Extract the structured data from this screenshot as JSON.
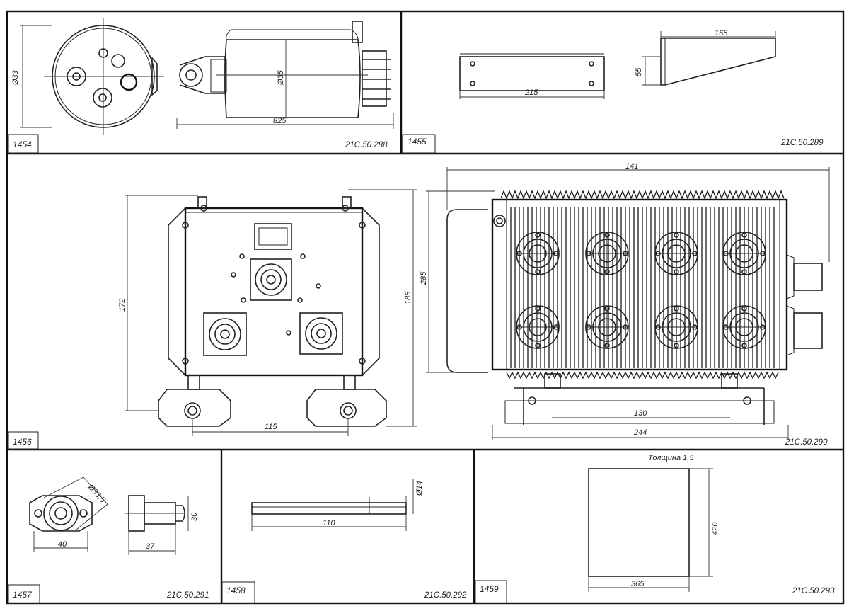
{
  "panels": [
    {
      "number": "1454",
      "code": "21С.50.288",
      "dims": [
        "Ø33",
        "Ø35",
        "825"
      ]
    },
    {
      "number": "1455",
      "code": "21С.50.289",
      "dims": [
        "215",
        "165",
        "55"
      ]
    },
    {
      "number": "1456",
      "code": "21С.50.290",
      "dims": [
        "172",
        "115",
        "186",
        "141",
        "285",
        "130",
        "244"
      ]
    },
    {
      "number": "1457",
      "code": "21С.50.291",
      "dims": [
        "Ø33,5",
        "40",
        "37",
        "30"
      ]
    },
    {
      "number": "1458",
      "code": "21С.50.292",
      "dims": [
        "Ø14",
        "110"
      ]
    },
    {
      "number": "1459",
      "code": "21С.50.293",
      "dims": [
        "365",
        "420"
      ],
      "note": "Толщина 1,5"
    }
  ]
}
